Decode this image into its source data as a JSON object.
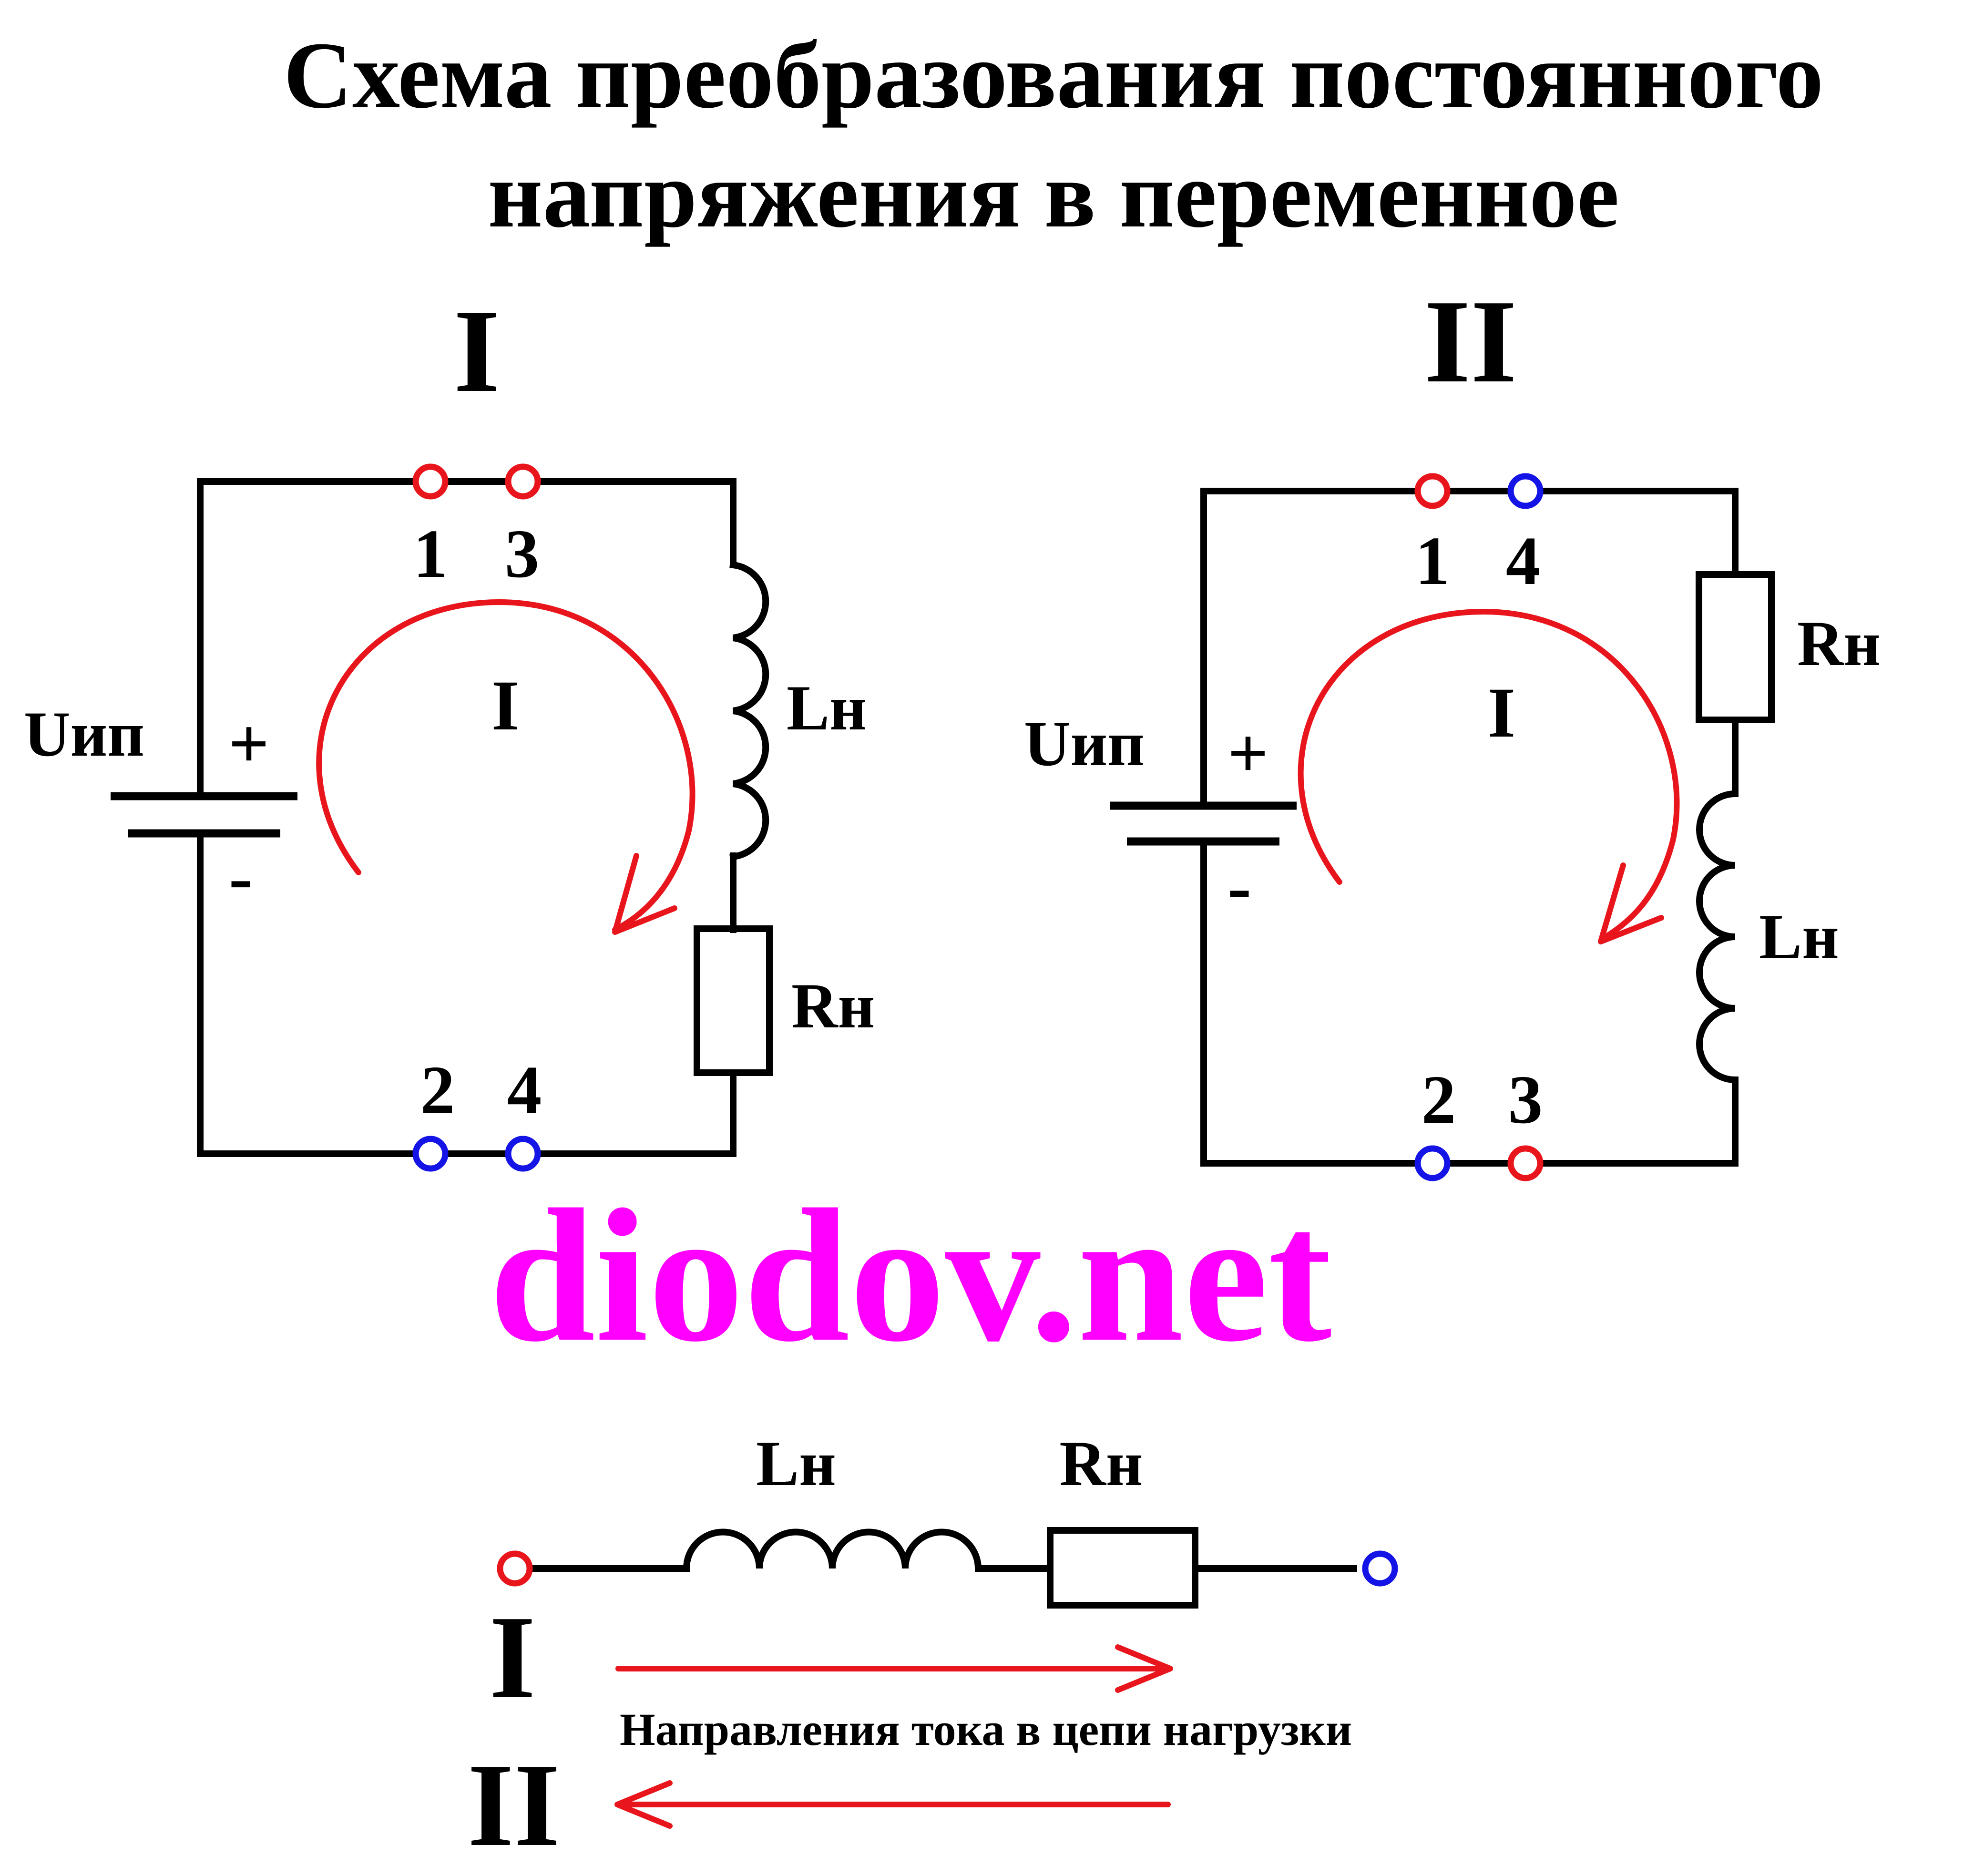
{
  "title": {
    "line1": "Схема преобразования постоянного",
    "line2": "напряжения в переменное"
  },
  "colors": {
    "wire": "#000000",
    "terminal_positive": "#e8161c",
    "terminal_negative": "#1414e6",
    "current_arrow": "#e8161c",
    "watermark": "#ff00ff"
  },
  "circuit_1": {
    "label": "I",
    "top_terminals": [
      "1",
      "3"
    ],
    "bottom_terminals": [
      "2",
      "4"
    ],
    "source_label": "Uип",
    "plus": "+",
    "minus": "-",
    "current_label": "I",
    "inductor_label": "Lн",
    "resistor_label": "Rн"
  },
  "circuit_2": {
    "label": "II",
    "top_terminals": [
      "1",
      "4"
    ],
    "bottom_terminals": [
      "2",
      "3"
    ],
    "source_label": "Uип",
    "plus": "+",
    "minus": "-",
    "current_label": "I",
    "inductor_label": "Lн",
    "resistor_label": "Rн"
  },
  "watermark": "diodov.net",
  "load": {
    "inductor_label": "Lн",
    "resistor_label": "Rн",
    "direction_1_label": "I",
    "direction_2_label": "II",
    "caption": "Направления тока в цепи нагрузки"
  }
}
